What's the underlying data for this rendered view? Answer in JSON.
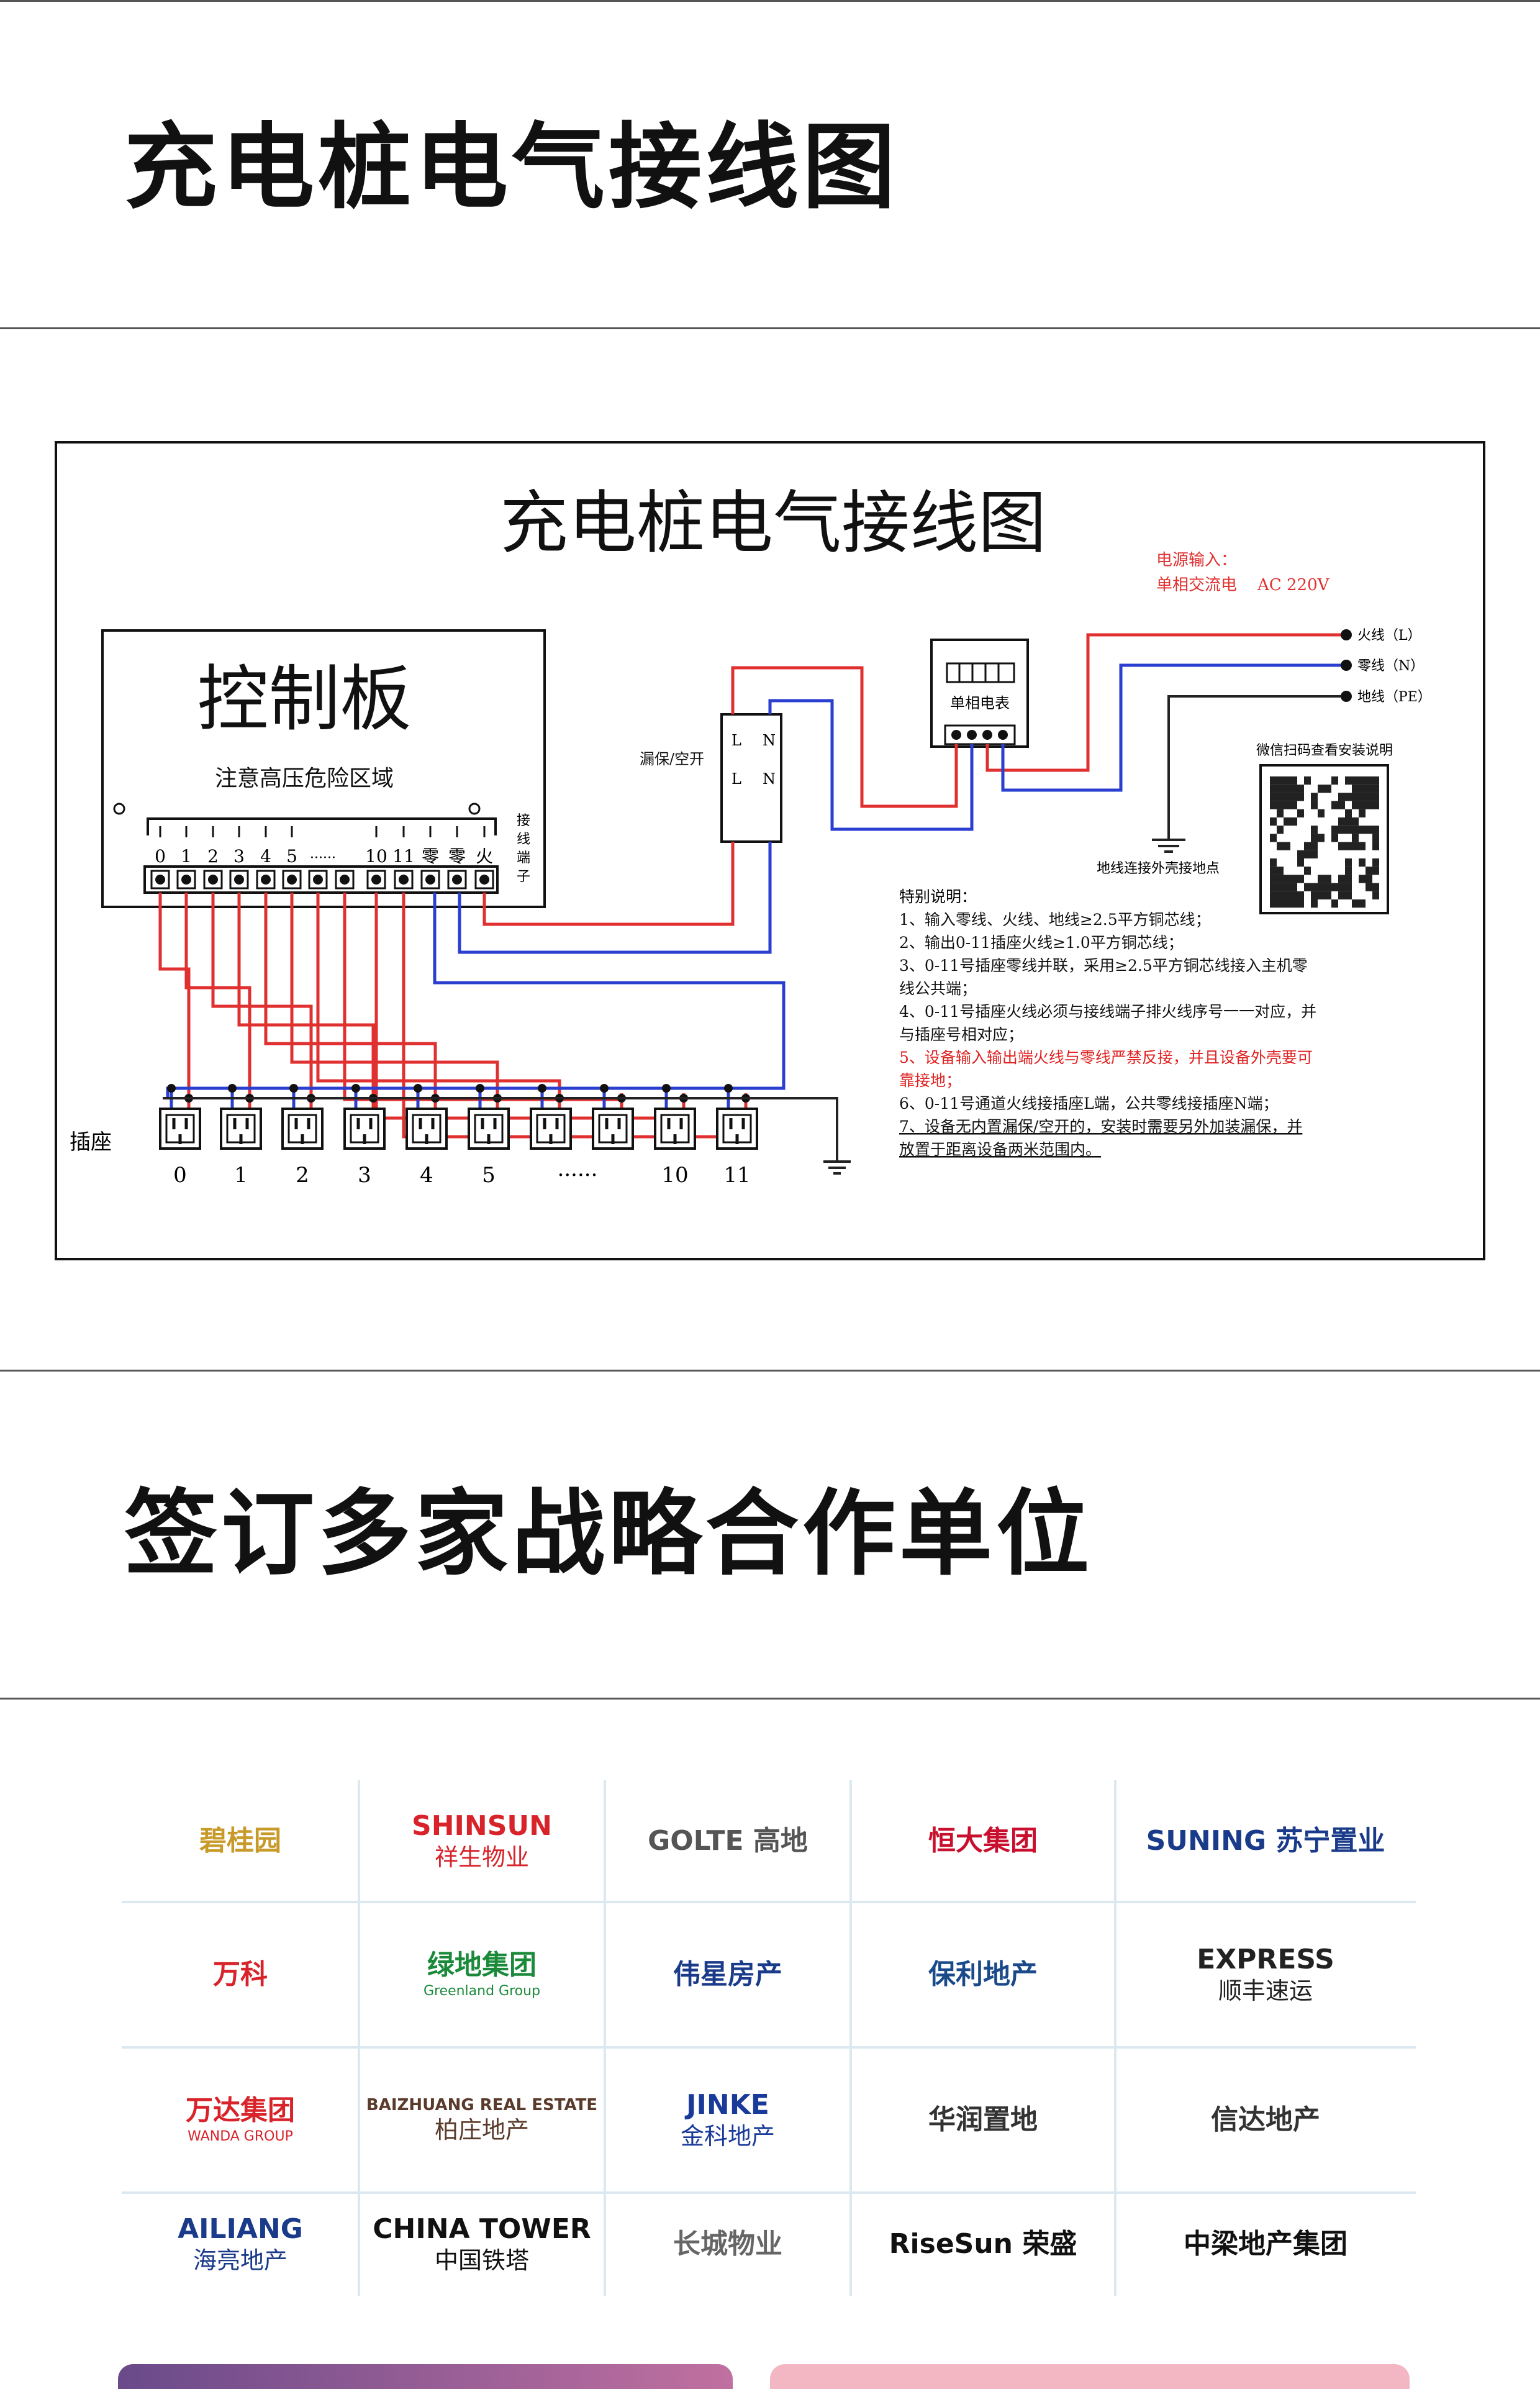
{
  "section1": {
    "title": "充电桩电气接线图"
  },
  "section2": {
    "title": "签订多家战略合作单位"
  },
  "diagram": {
    "title": "充电桩电气接线图",
    "power_input_label": "电源输入：",
    "power_input_value": "单相交流电    AC 220V",
    "control_board": {
      "title": "控制板",
      "warning": "注意高压危险区域",
      "terminal_side_label": [
        "接",
        "线",
        "端",
        "子"
      ],
      "terminal_labels": [
        "0",
        "1",
        "2",
        "3",
        "4",
        "5",
        "······",
        "10",
        "11",
        "零",
        "零",
        "火"
      ]
    },
    "breaker": {
      "label": "漏保/空开",
      "pins": [
        "L",
        "N",
        "L",
        "N"
      ]
    },
    "meter": {
      "label": "单相电表"
    },
    "lines": [
      "火线（L）",
      "零线（N）",
      "地线（PE）"
    ],
    "ground_point_label": "地线连接外壳接地点",
    "qr_caption": "微信扫码查看安装说明",
    "socket_row_label": "插座",
    "socket_labels": [
      "0",
      "1",
      "2",
      "3",
      "4",
      "5",
      "······",
      "10",
      "11"
    ],
    "notes_title": "特别说明：",
    "notes": [
      {
        "text": "1、输入零线、火线、地线≥2.5平方铜芯线；",
        "red": false,
        "underline": false
      },
      {
        "text": "2、输出0-11插座火线≥1.0平方铜芯线；",
        "red": false,
        "underline": false
      },
      {
        "text": "3、0-11号插座零线并联，采用≥2.5平方铜芯线接入主机零",
        "red": false,
        "underline": false
      },
      {
        "text": "线公共端；",
        "red": false,
        "underline": false
      },
      {
        "text": "4、0-11号插座火线必须与接线端子排火线序号一一对应，并",
        "red": false,
        "underline": false
      },
      {
        "text": "与插座号相对应；",
        "red": false,
        "underline": false
      },
      {
        "text": "5、设备输入输出端火线与零线严禁反接，并且设备外壳要可",
        "red": true,
        "underline": false
      },
      {
        "text": "靠接地；",
        "red": true,
        "underline": false
      },
      {
        "text": "6、0-11号通道火线接插座L端，公共零线接插座N端；",
        "red": false,
        "underline": false
      },
      {
        "text": "7、设备无内置漏保/空开的，安装时需要另外加装漏保，并",
        "red": false,
        "underline": true
      },
      {
        "text": "放置于距离设备两米范围内。",
        "red": false,
        "underline": true
      }
    ],
    "colors": {
      "live": "#e03030",
      "neutral": "#2a3fd0",
      "ground": "#222222",
      "note_red": "#e02020"
    }
  },
  "partners": [
    {
      "name": "碧桂园",
      "sub": "",
      "color": "#c89a2a"
    },
    {
      "name": "SHINSUN",
      "sub": "祥生物业",
      "color": "#d8232a"
    },
    {
      "name": "GOLTE 高地",
      "sub": "",
      "color": "#555555"
    },
    {
      "name": "恒大集团",
      "sub": "",
      "color": "#c8102e"
    },
    {
      "name": "SUNING 苏宁置业",
      "sub": "",
      "color": "#1a3a8a"
    },
    {
      "name": "万科",
      "sub": "",
      "color": "#d8232a"
    },
    {
      "name": "绿地集团",
      "sub": "Greenland Group",
      "color": "#1a8a3a"
    },
    {
      "name": "伟星房产",
      "sub": "",
      "color": "#1a3a8a"
    },
    {
      "name": "保利地产",
      "sub": "",
      "color": "#1a4a8a"
    },
    {
      "name": "EXPRESS",
      "sub": "顺丰速运",
      "color": "#222222"
    },
    {
      "name": "万达集团",
      "sub": "WANDA GROUP",
      "color": "#d8232a"
    },
    {
      "name": "BAIZHUANG REAL ESTATE",
      "sub": "柏庄地产",
      "color": "#5a3a2a"
    },
    {
      "name": "JINKE",
      "sub": "金科地产",
      "color": "#1a3a9a"
    },
    {
      "name": "华润置地",
      "sub": "",
      "color": "#333333"
    },
    {
      "name": "信达地产",
      "sub": "",
      "color": "#333333"
    },
    {
      "name": "AILIANG",
      "sub": "海亮地产",
      "color": "#1a3a8a"
    },
    {
      "name": "CHINA TOWER",
      "sub": "中国铁塔",
      "color": "#111111"
    },
    {
      "name": "长城物业",
      "sub": "",
      "color": "#666666"
    },
    {
      "name": "RiseSun 荣盛",
      "sub": "",
      "color": "#111111"
    },
    {
      "name": "中梁地产集团",
      "sub": "",
      "color": "#111111"
    }
  ]
}
